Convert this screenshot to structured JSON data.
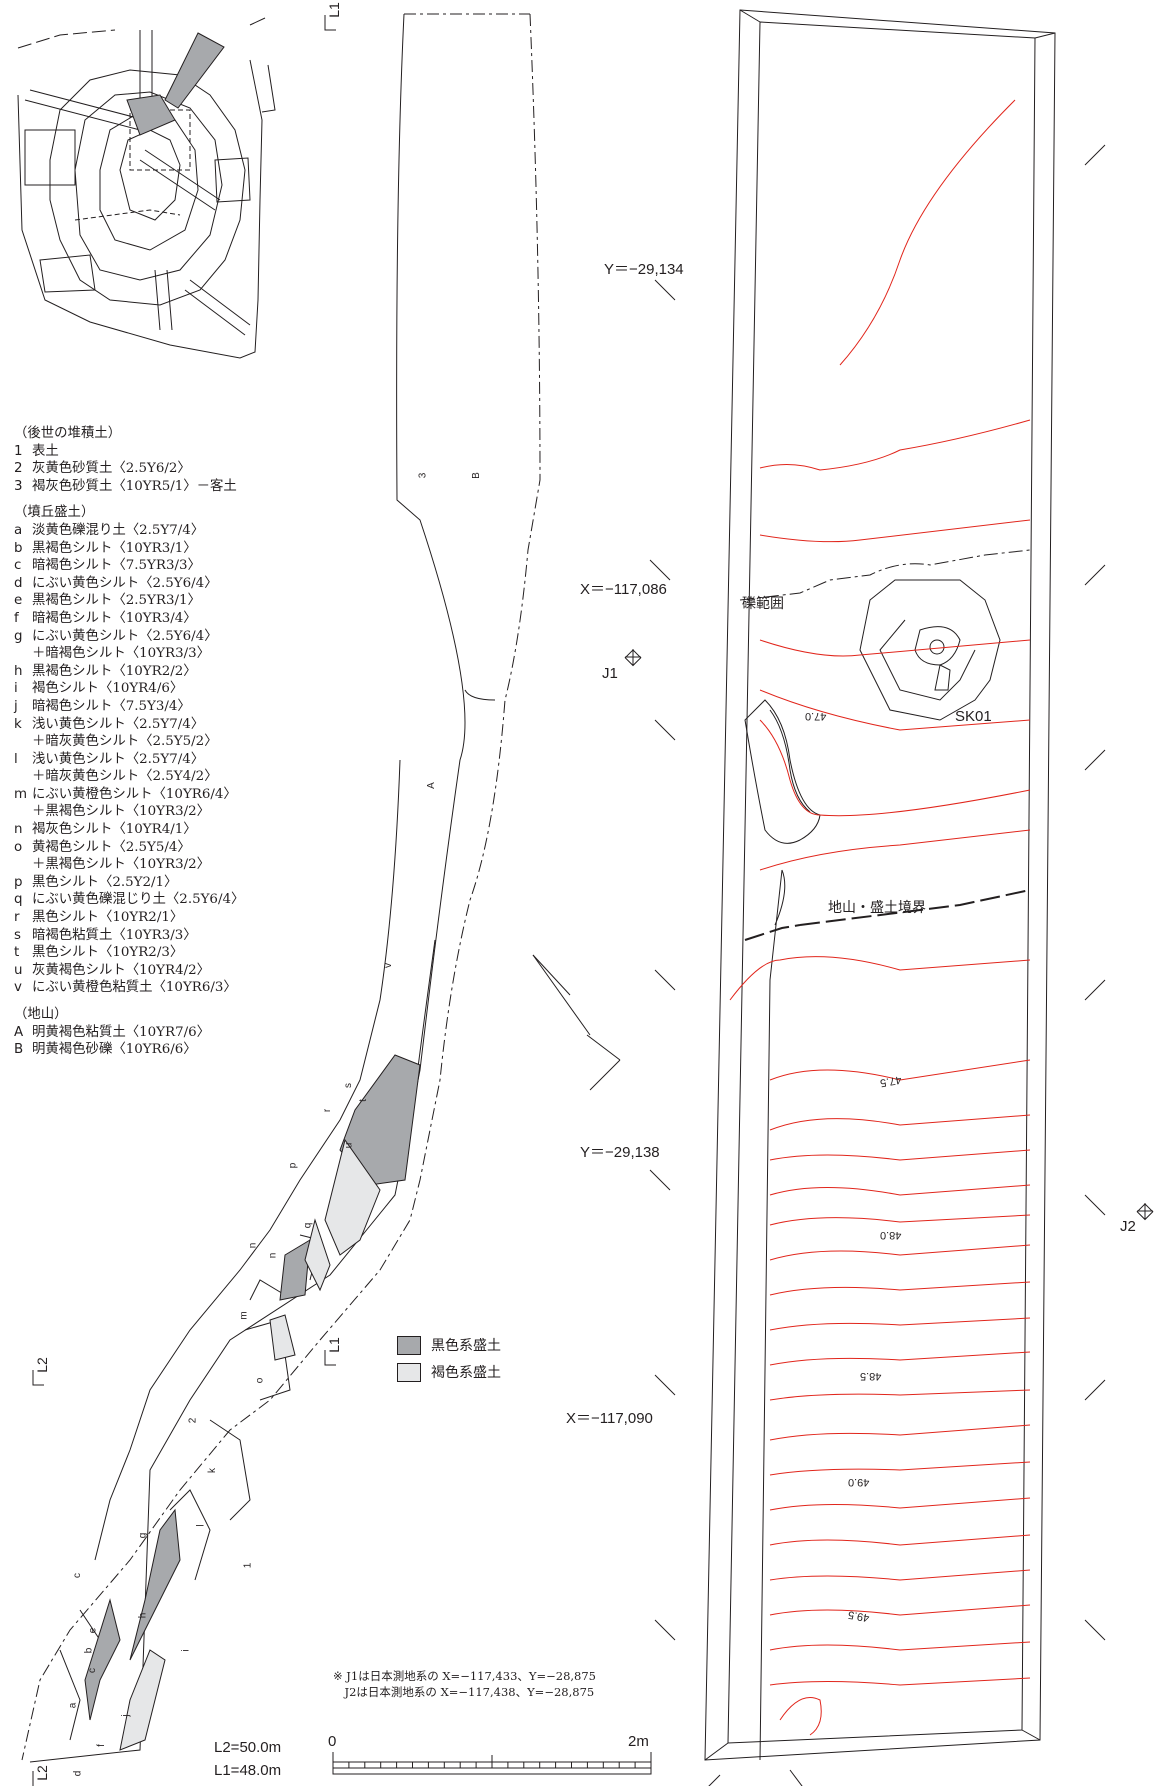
{
  "legend": {
    "groups": [
      {
        "heading": "（後世の堆積土）",
        "items": [
          {
            "key": "1",
            "text": "表土"
          },
          {
            "key": "2",
            "text": "灰黄色砂質土〈2.5Y6/2〉"
          },
          {
            "key": "3",
            "text": "褐灰色砂質土〈10YR5/1〉－客土"
          }
        ]
      },
      {
        "heading": "（墳丘盛土）",
        "items": [
          {
            "key": "a",
            "text": "淡黄色礫混り土〈2.5Y7/4〉"
          },
          {
            "key": "b",
            "text": "黒褐色シルト〈10YR3/1〉"
          },
          {
            "key": "c",
            "text": "暗褐色シルト〈7.5YR3/3〉"
          },
          {
            "key": "d",
            "text": "にぶい黄色シルト〈2.5Y6/4〉"
          },
          {
            "key": "e",
            "text": "黒褐色シルト〈2.5YR3/1〉"
          },
          {
            "key": "f",
            "text": "暗褐色シルト〈10YR3/4〉"
          },
          {
            "key": "g",
            "text": "にぶい黄色シルト〈2.5Y6/4〉"
          },
          {
            "key": "",
            "text": "＋暗褐色シルト〈10YR3/3〉"
          },
          {
            "key": "h",
            "text": "黒褐色シルト〈10YR2/2〉"
          },
          {
            "key": "i",
            "text": "褐色シルト〈10YR4/6〉"
          },
          {
            "key": "j",
            "text": "暗褐色シルト〈7.5Y3/4〉"
          },
          {
            "key": "k",
            "text": "浅い黄色シルト〈2.5Y7/4〉"
          },
          {
            "key": "",
            "text": "＋暗灰黄色シルト〈2.5Y5/2〉"
          },
          {
            "key": "l",
            "text": "浅い黄色シルト〈2.5Y7/4〉"
          },
          {
            "key": "",
            "text": "＋暗灰黄色シルト〈2.5Y4/2〉"
          },
          {
            "key": "m",
            "text": "にぶい黄橙色シルト〈10YR6/4〉"
          },
          {
            "key": "",
            "text": "＋黒褐色シルト〈10YR3/2〉"
          },
          {
            "key": "n",
            "text": "褐灰色シルト〈10YR4/1〉"
          },
          {
            "key": "o",
            "text": "黄褐色シルト〈2.5Y5/4〉"
          },
          {
            "key": "",
            "text": "＋黒褐色シルト〈10YR3/2〉"
          },
          {
            "key": "p",
            "text": "黒色シルト〈2.5Y2/1〉"
          },
          {
            "key": "q",
            "text": "にぶい黄色礫混じり土〈2.5Y6/4〉"
          },
          {
            "key": "r",
            "text": "黒色シルト〈10YR2/1〉"
          },
          {
            "key": "s",
            "text": "暗褐色粘質土〈10YR3/3〉"
          },
          {
            "key": "t",
            "text": "黒色シルト〈10YR2/3〉"
          },
          {
            "key": "u",
            "text": "灰黄褐色シルト〈10YR4/2〉"
          },
          {
            "key": "v",
            "text": "にぶい黄橙色粘質土〈10YR6/3〉"
          }
        ]
      },
      {
        "heading": "（地山）",
        "items": [
          {
            "key": "A",
            "text": "明黄褐色粘質土〈10YR7/6〉"
          },
          {
            "key": "B",
            "text": "明黄褐色砂礫〈10YR6/6〉"
          }
        ]
      }
    ]
  },
  "coords": {
    "y1": "Y＝−29,134",
    "x1": "X＝−117,086",
    "y2": "Y＝−29,138",
    "x2": "X＝−117,090",
    "j1": "J1",
    "j2": "J2"
  },
  "plan": {
    "rekihani": "礫範囲",
    "sk01": "SK01",
    "boundary": "地山・盛土境界",
    "contours": [
      "47.0",
      "47.5",
      "48.0",
      "48.5",
      "49.0",
      "49.5"
    ]
  },
  "section": {
    "l1": "L1",
    "l2": "L2",
    "layer_labels": [
      "3",
      "B",
      "A",
      "v",
      "t",
      "s",
      "r",
      "u",
      "p",
      "q",
      "n",
      "n",
      "m",
      "2",
      "o",
      "k",
      "l",
      "1",
      "g",
      "c",
      "e",
      "h",
      "b",
      "c",
      "i",
      "a",
      "f",
      "j",
      "d"
    ]
  },
  "key": {
    "black": "黒色系盛土",
    "brown": "褐色系盛土",
    "black_color": "#a7a9ac",
    "brown_color": "#e6e7e8"
  },
  "note": {
    "line1": "※ J1は日本測地系の X=−117,433、Y=−28,875",
    "line2": "　J2は日本測地系の X=−117,438、Y=−28,875"
  },
  "scale": {
    "l2": "L2=50.0m",
    "l1": "L1=48.0m",
    "zero": "0",
    "two": "2m"
  },
  "colors": {
    "line": "#231f20",
    "contour": "#e1251b"
  }
}
